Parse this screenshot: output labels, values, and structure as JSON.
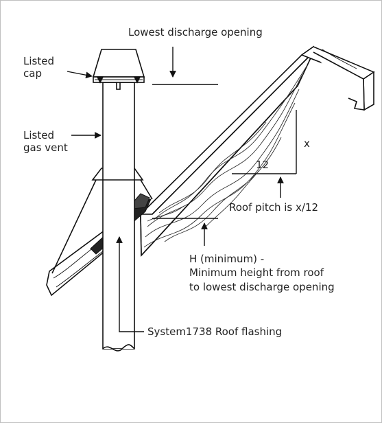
{
  "labels": {
    "lowest_discharge": "Lowest discharge opening",
    "cap_line1": "Listed",
    "cap_line2": "cap",
    "vent_line1": "Listed",
    "vent_line2": "gas vent",
    "x": "x",
    "run": "12",
    "pitch": "Roof pitch is x/12",
    "h_line1": "H (minimum) -",
    "h_line2": "Minimum height from roof",
    "h_line3": "to lowest discharge opening",
    "flashing": "System1738 Roof flashing"
  },
  "colors": {
    "line": "#111111",
    "flashing": "#222222",
    "frame": "#bfbfbf"
  }
}
